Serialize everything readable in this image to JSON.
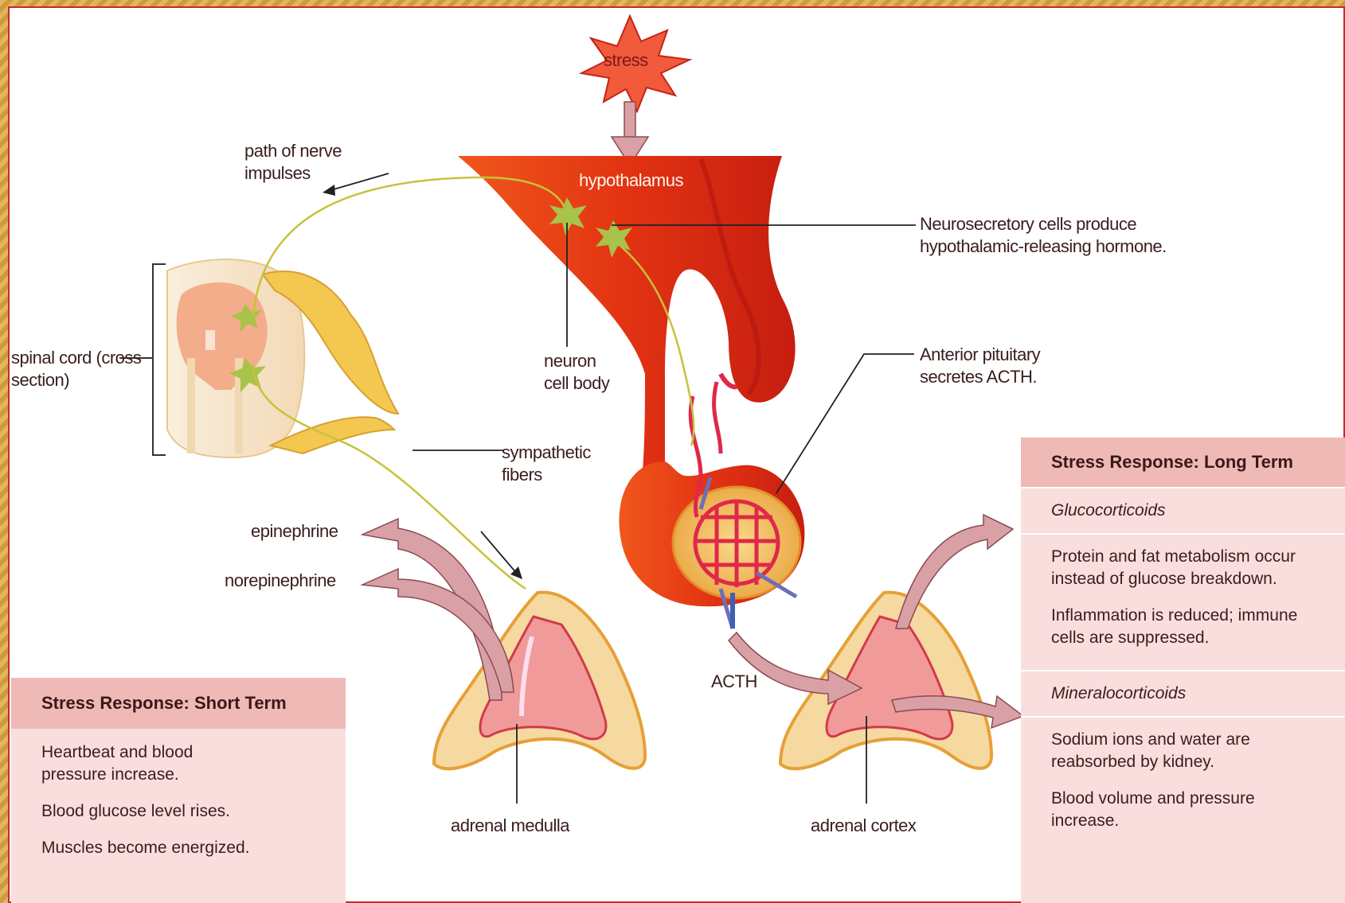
{
  "labels": {
    "stress": "stress",
    "hypothalamus": "hypothalamus",
    "path_nerve": "path of nerve impulses",
    "neurosecretory": "Neurosecretory cells produce hypothalamic-releasing hormone.",
    "spinal_cord": "spinal cord (cross section)",
    "neuron_cell_body": "neuron cell body",
    "anterior_pituitary": "Anterior pituitary secretes ACTH.",
    "sympathetic": "sympathetic fibers",
    "epinephrine": "epinephrine",
    "norepinephrine": "norepinephrine",
    "acth": "ACTH",
    "adrenal_medulla": "adrenal medulla",
    "adrenal_cortex": "adrenal cortex"
  },
  "short_term": {
    "title": "Stress Response: Short Term",
    "items": [
      "Heartbeat and blood pressure increase.",
      "Blood glucose level rises.",
      "Muscles become energized."
    ]
  },
  "long_term": {
    "title": "Stress Response: Long Term",
    "glucocorticoids": "Glucocorticoids",
    "gluco_items": [
      "Protein and fat metabolism occur instead of glucose breakdown.",
      "Inflammation is reduced; immune cells are suppressed."
    ],
    "mineralocorticoids": "Mineralocorticoids",
    "mineral_items": [
      "Sodium ions and water are reabsorbed by kidney.",
      "Blood volume and pressure increase."
    ]
  },
  "colors": {
    "frame_border": "#c62a2a",
    "panel_header": "#efb9b6",
    "panel_body": "#f9dede",
    "arrow_fill": "#d9a0a6",
    "nerve": "#c8c23a"
  }
}
